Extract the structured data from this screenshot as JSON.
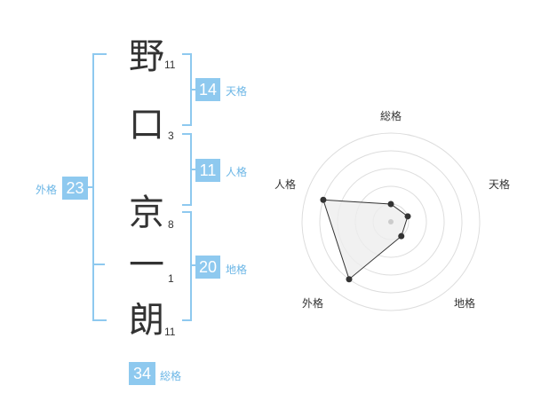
{
  "name": {
    "chars": [
      "野",
      "口",
      "京",
      "一",
      "朗"
    ],
    "strokes": [
      "11",
      "3",
      "8",
      "1",
      "11"
    ]
  },
  "fortunes": {
    "tenkaku": {
      "value": "14",
      "label": "天格"
    },
    "jinkaku": {
      "value": "11",
      "label": "人格"
    },
    "chikaku": {
      "value": "20",
      "label": "地格"
    },
    "gaikaku": {
      "value": "23",
      "label": "外格"
    },
    "soukaku": {
      "value": "34",
      "label": "総格"
    }
  },
  "chart_data": {
    "type": "radar",
    "axes": [
      "総格",
      "天格",
      "地格",
      "外格",
      "人格"
    ],
    "values": [
      1,
      1,
      1,
      4,
      4
    ],
    "max": 5,
    "rings": 5,
    "colors": {
      "fill": "#eeeeee",
      "stroke": "#333333",
      "grid": "#dddddd",
      "point": "#333333",
      "center": "#cccccc"
    }
  },
  "colors": {
    "accent": "#8ec9ef",
    "label": "#6bb6e6",
    "text": "#333333"
  }
}
